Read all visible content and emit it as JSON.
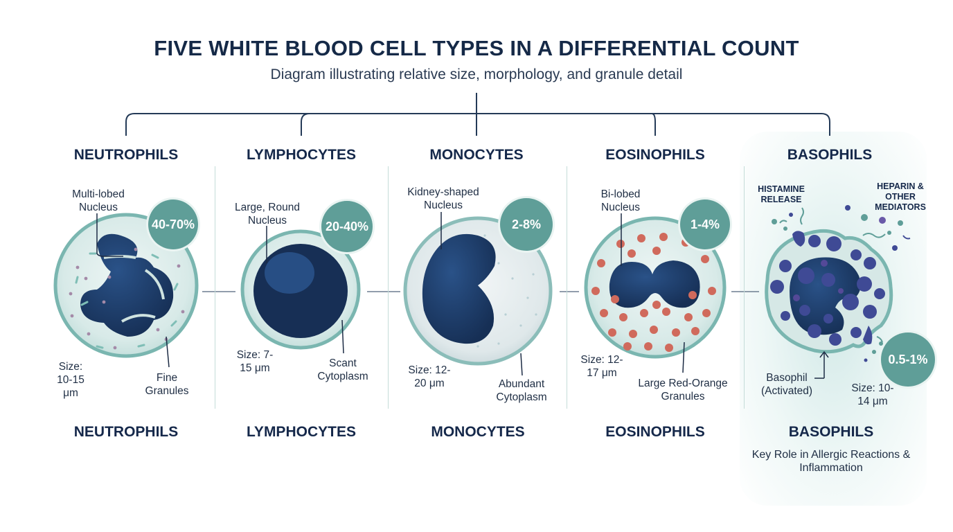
{
  "title": "FIVE WHITE BLOOD CELL TYPES IN A DIFFERENTIAL COUNT",
  "subtitle": "Diagram illustrating relative size, morphology, and granule detail",
  "cells": [
    {
      "name": "NEUTROPHILS",
      "percent": "40-70%",
      "nucleus": "Multi-lobed Nucleus",
      "size": "Size: 10-15 μm",
      "feature": "Fine Granules"
    },
    {
      "name": "LYMPHOCYTES",
      "percent": "20-40%",
      "nucleus": "Large, Round Nucleus",
      "size": "Size: 7-15 μm",
      "feature": "Scant Cytoplasm"
    },
    {
      "name": "MONOCYTES",
      "percent": "2-8%",
      "nucleus": "Kidney-shaped Nucleus",
      "size": "Size: 12-20 μm",
      "feature": "Abundant Cytoplasm"
    },
    {
      "name": "EOSINOPHILS",
      "percent": "1-4%",
      "nucleus": "Bi-lobed Nucleus",
      "size": "Size: 12-17 μm",
      "feature": "Large Red-Orange Granules"
    },
    {
      "name": "BASOPHILS",
      "percent": "0.5-1%",
      "nucleus": "Basophil (Activated)",
      "size": "Size: 10-14 μm",
      "feature_left": "HISTAMINE RELEASE",
      "feature_right": "HEPARIN & OTHER MEDIATORS",
      "description": "Key Role in Allergic Reactions & Inflammation"
    }
  ],
  "colors": {
    "nucleus": "#1b3a63",
    "badge": "#5f9e98",
    "eos_granule": "#d06a5c",
    "baso_granule": "#4a4f96",
    "membrane": "#7ab6b0"
  }
}
